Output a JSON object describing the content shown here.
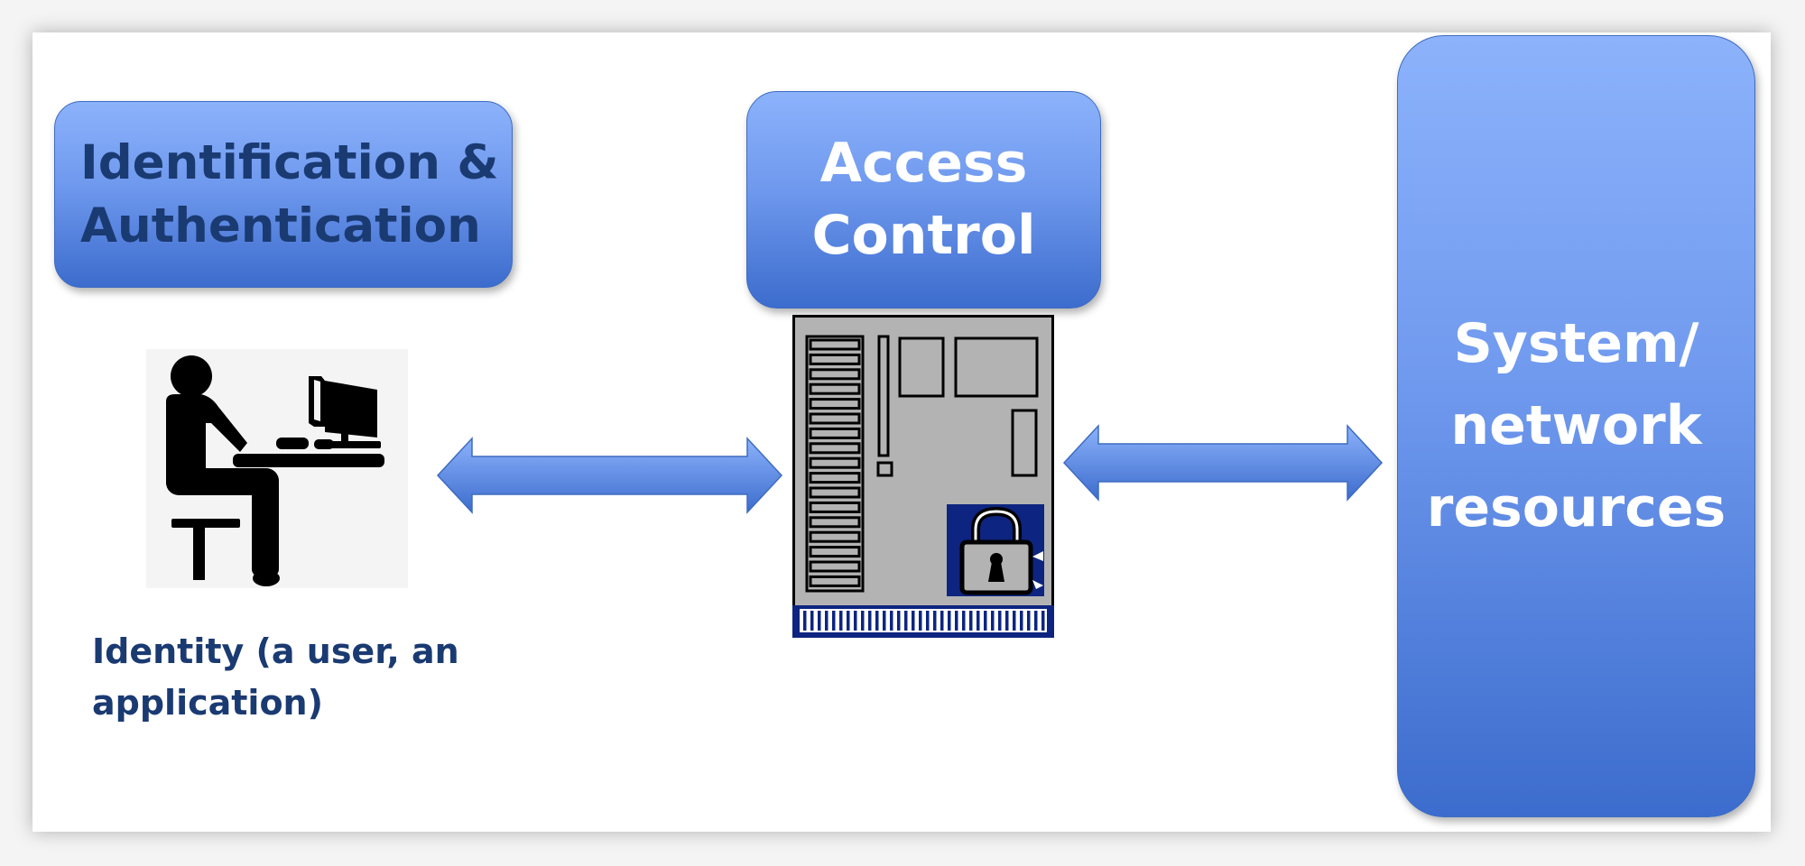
{
  "diagram": {
    "id_auth_box": {
      "text": "Identification &\nAuthentication"
    },
    "access_box": {
      "text": "Access\nControl"
    },
    "system_box": {
      "text": "System/\nnetwork\nresources"
    },
    "identity_caption": {
      "text": "Identity (a user, an\napplication)"
    },
    "icons": {
      "person": "person-at-computer-icon",
      "board": "circuit-board-with-lock-icon",
      "lock": "padlock-icon"
    },
    "arrows": [
      "double-headed-arrow",
      "double-headed-arrow"
    ]
  },
  "colors": {
    "box_top": "#8cb2fb",
    "box_bottom": "#3c6ccd",
    "dark_text": "#1a3a72",
    "white_text": "#ffffff",
    "board_fill": "#b3b3b3",
    "lock_bg": "#0d2580"
  }
}
